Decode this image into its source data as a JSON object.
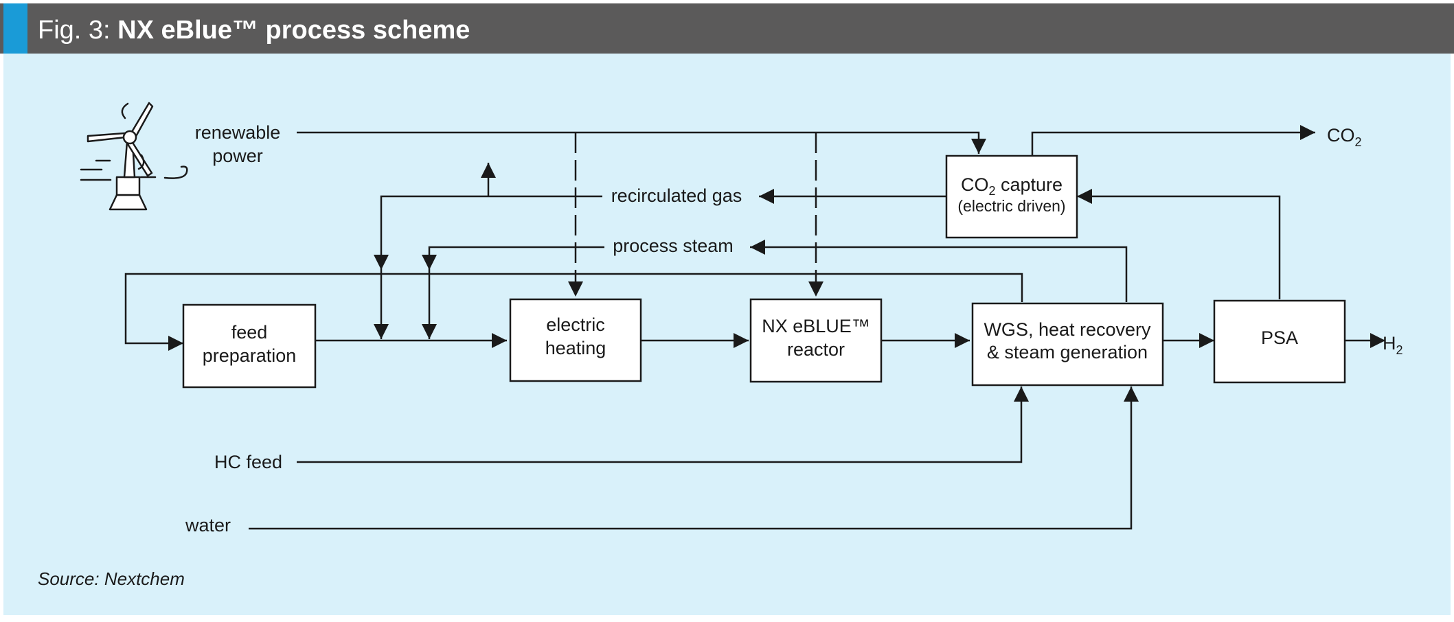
{
  "header": {
    "fig_label": "Fig. 3:",
    "title": "NX eBlue™ process scheme"
  },
  "colors": {
    "header_bg": "#5b5a5a",
    "header_accent": "#1a9bd7",
    "canvas_bg": "#d9f1fa",
    "ink": "#1a1a1a",
    "box_fill": "#ffffff"
  },
  "inputs": {
    "renewable_power_line1": "renewable",
    "renewable_power_line2": "power",
    "hc_feed": "HC feed",
    "water": "water"
  },
  "streams": {
    "recirculated_gas": "recirculated gas",
    "process_steam": "process steam"
  },
  "units": {
    "feed_preparation_line1": "feed",
    "feed_preparation_line2": "preparation",
    "electric_heating_line1": "electric",
    "electric_heating_line2": "heating",
    "reactor_line1": "NX eBLUE™",
    "reactor_line2": "reactor",
    "wgs_line1": "WGS, heat recovery",
    "wgs_line2": "& steam generation",
    "psa": "PSA",
    "co2_capture_prefix": "CO",
    "co2_capture_sub": "2",
    "co2_capture_suffix": " capture",
    "co2_capture_line2": "(electric driven)"
  },
  "outputs": {
    "co2_main": "CO",
    "co2_sub": "2",
    "h2_main": "H",
    "h2_sub": "2"
  },
  "icons": {
    "wind_turbine": "wind-turbine-icon"
  },
  "source": "Source: Nextchem"
}
